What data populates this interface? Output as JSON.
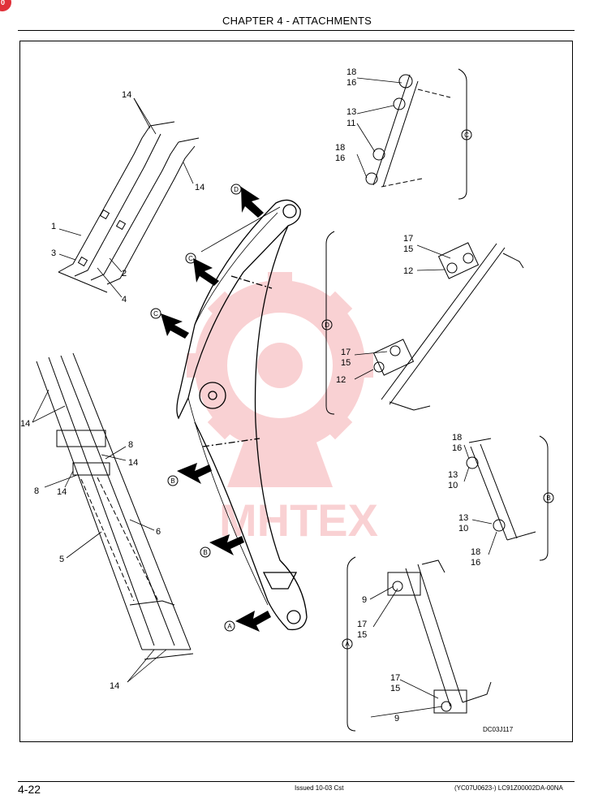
{
  "header": {
    "chapter_title": "CHAPTER 4 - ATTACHMENTS"
  },
  "footer": {
    "page_number": "4-22",
    "issued": "Issued 10-03   Cst",
    "doc_ref": "(YC07U0623-)   LC91Z00002DA-00NA"
  },
  "badge": {
    "glyph": "0"
  },
  "watermark": {
    "text": "MHTEX",
    "color": "#e8333a"
  },
  "figure": {
    "figure_code": "DC03J117",
    "section_letters": {
      "a": "A",
      "b": "B",
      "c": "C",
      "d": "D"
    },
    "callouts": {
      "n1": "1",
      "n2": "2",
      "n3": "3",
      "n4": "4",
      "n5": "5",
      "n6": "6",
      "n8": "8",
      "n9": "9",
      "n10": "10",
      "n11": "11",
      "n12": "12",
      "n13": "13",
      "n14": "14",
      "n15": "15",
      "n16": "16",
      "n17": "17",
      "n18": "18"
    }
  }
}
